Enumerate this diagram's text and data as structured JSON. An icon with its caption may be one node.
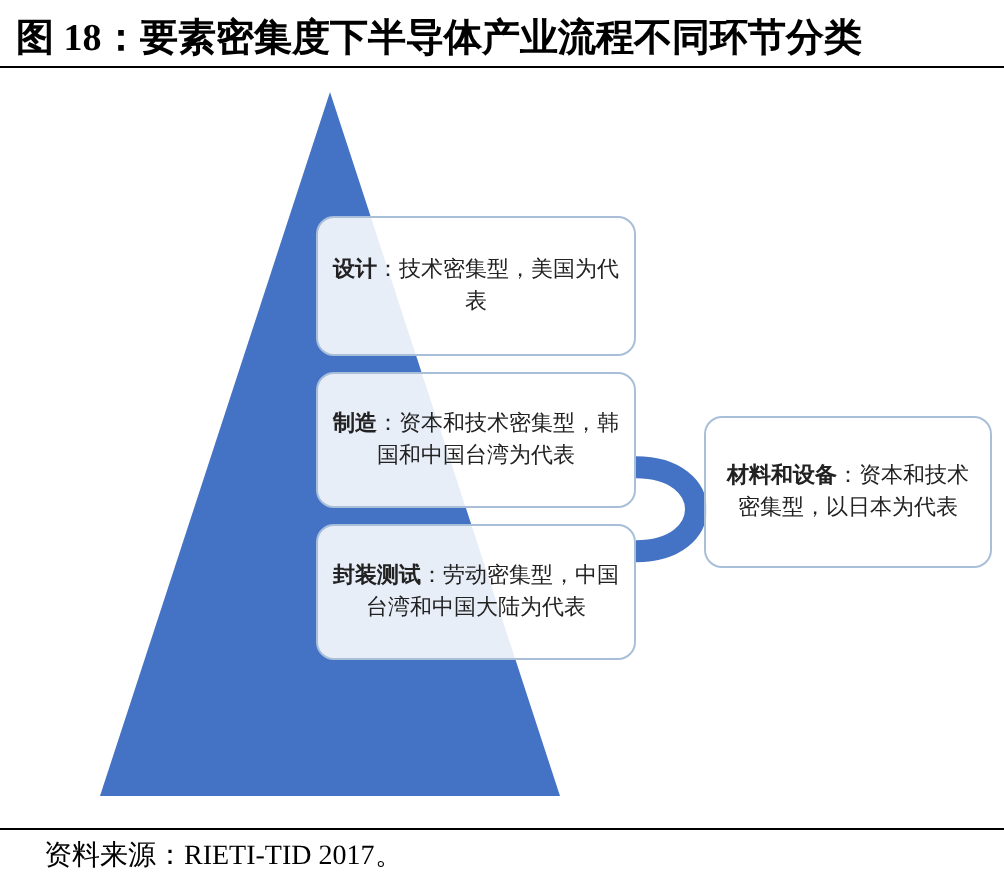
{
  "diagram": {
    "title": "图 18：要素密集度下半导体产业流程不同环节分类",
    "caption": "资料来源：RIETI-TID 2017。",
    "nodes": [
      {
        "text": [],
        "shape": "triangle"
      },
      {
        "text": [
          "**设计**：技术密集型，美国为代表"
        ]
      },
      {
        "text": [
          "**制造**：资本和技术密集型，韩国和中国台湾为代表"
        ]
      },
      {
        "text": [
          "**封装测试**：劳动密集型，中国台湾和中国大陆为代表"
        ]
      },
      {
        "text": [
          "**材料和设备**：资本和技术密集型，以日本为代表"
        ]
      }
    ],
    "edges": [
      {
        "from": 2,
        "to": 3,
        "arrow": "none"
      }
    ]
  }
}
